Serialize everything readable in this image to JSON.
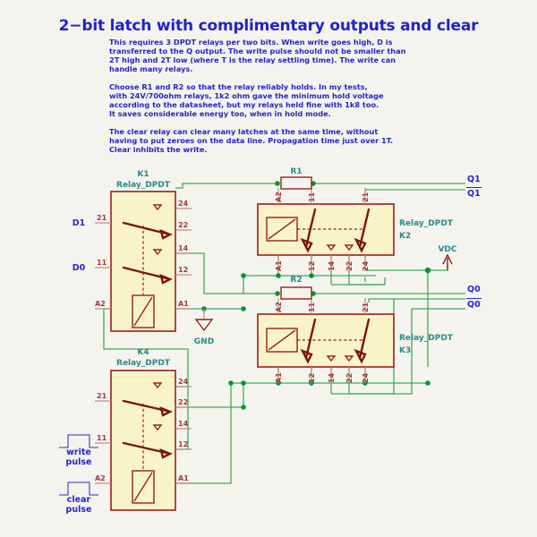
{
  "sheet": {
    "title": "2−bit latch with complimentary outputs and clear",
    "background": "#f4f3ee",
    "wire_color": "#3faa58",
    "symbol_fill": "#f8f4c8",
    "symbol_outline": "#96201f",
    "text_color": "#2626c8",
    "ref_color": "#2a8a8a"
  },
  "notes": {
    "paragraph1": [
      "This requires 3 DPDT relays per two bits. When write goes high, D is",
      "transferred to the Q output. The write pulse should not be smaller than",
      "2T high and 2T low (where T is the relay settling time). The write can",
      "handle many relays."
    ],
    "paragraph2": [
      "Choose R1 and R2 so that the relay reliably holds. In my tests,",
      "with 24V/700ohm relays, 1k2 ohm gave the minimum hold voltage",
      "according to the datasheet, but my relays held fine with 1k8 too.",
      "It saves considerable energy too, when in hold mode."
    ],
    "paragraph3": [
      "The clear relay can clear many latches at the same time, without",
      "having to put zeroes on the data line. Propagation time just over 1T.",
      "Clear inhibits the write."
    ]
  },
  "components": {
    "k1": {
      "ref": "K1",
      "value": "Relay_DPDT",
      "pins": {
        "p24": "24",
        "p22": "22",
        "p21": "21",
        "p14": "14",
        "p12": "12",
        "p11": "11",
        "a1": "A1",
        "a2": "A2"
      }
    },
    "k2": {
      "ref": "K2",
      "value": "Relay_DPDT",
      "pins": {
        "a2": "A2",
        "p11": "11",
        "p21": "21",
        "a1": "A1",
        "p12": "12",
        "p14": "14",
        "p22": "22",
        "p24": "24"
      }
    },
    "k3": {
      "ref": "K3",
      "value": "Relay_DPDT",
      "pins": {
        "a2": "A2",
        "p11": "11",
        "p21": "21",
        "a1": "A1",
        "p12": "12",
        "p14": "14",
        "p22": "22",
        "p24": "24"
      }
    },
    "k4": {
      "ref": "K4",
      "value": "Relay_DPDT",
      "pins": {
        "p24": "24",
        "p22": "22",
        "p21": "21",
        "p14": "14",
        "p12": "12",
        "p11": "11",
        "a1": "A1",
        "a2": "A2"
      }
    },
    "r1": {
      "ref": "R1"
    },
    "r2": {
      "ref": "R2"
    }
  },
  "nets": {
    "d1": "D1",
    "d0": "D0",
    "q1": "Q1",
    "q1_bar": "Q1",
    "q0": "Q0",
    "q0_bar": "Q0",
    "vdc": "VDC",
    "gnd": "GND"
  },
  "stimuli": {
    "write": {
      "line1": "write",
      "line2": "pulse"
    },
    "clear": {
      "line1": "clear",
      "line2": "pulse"
    }
  }
}
